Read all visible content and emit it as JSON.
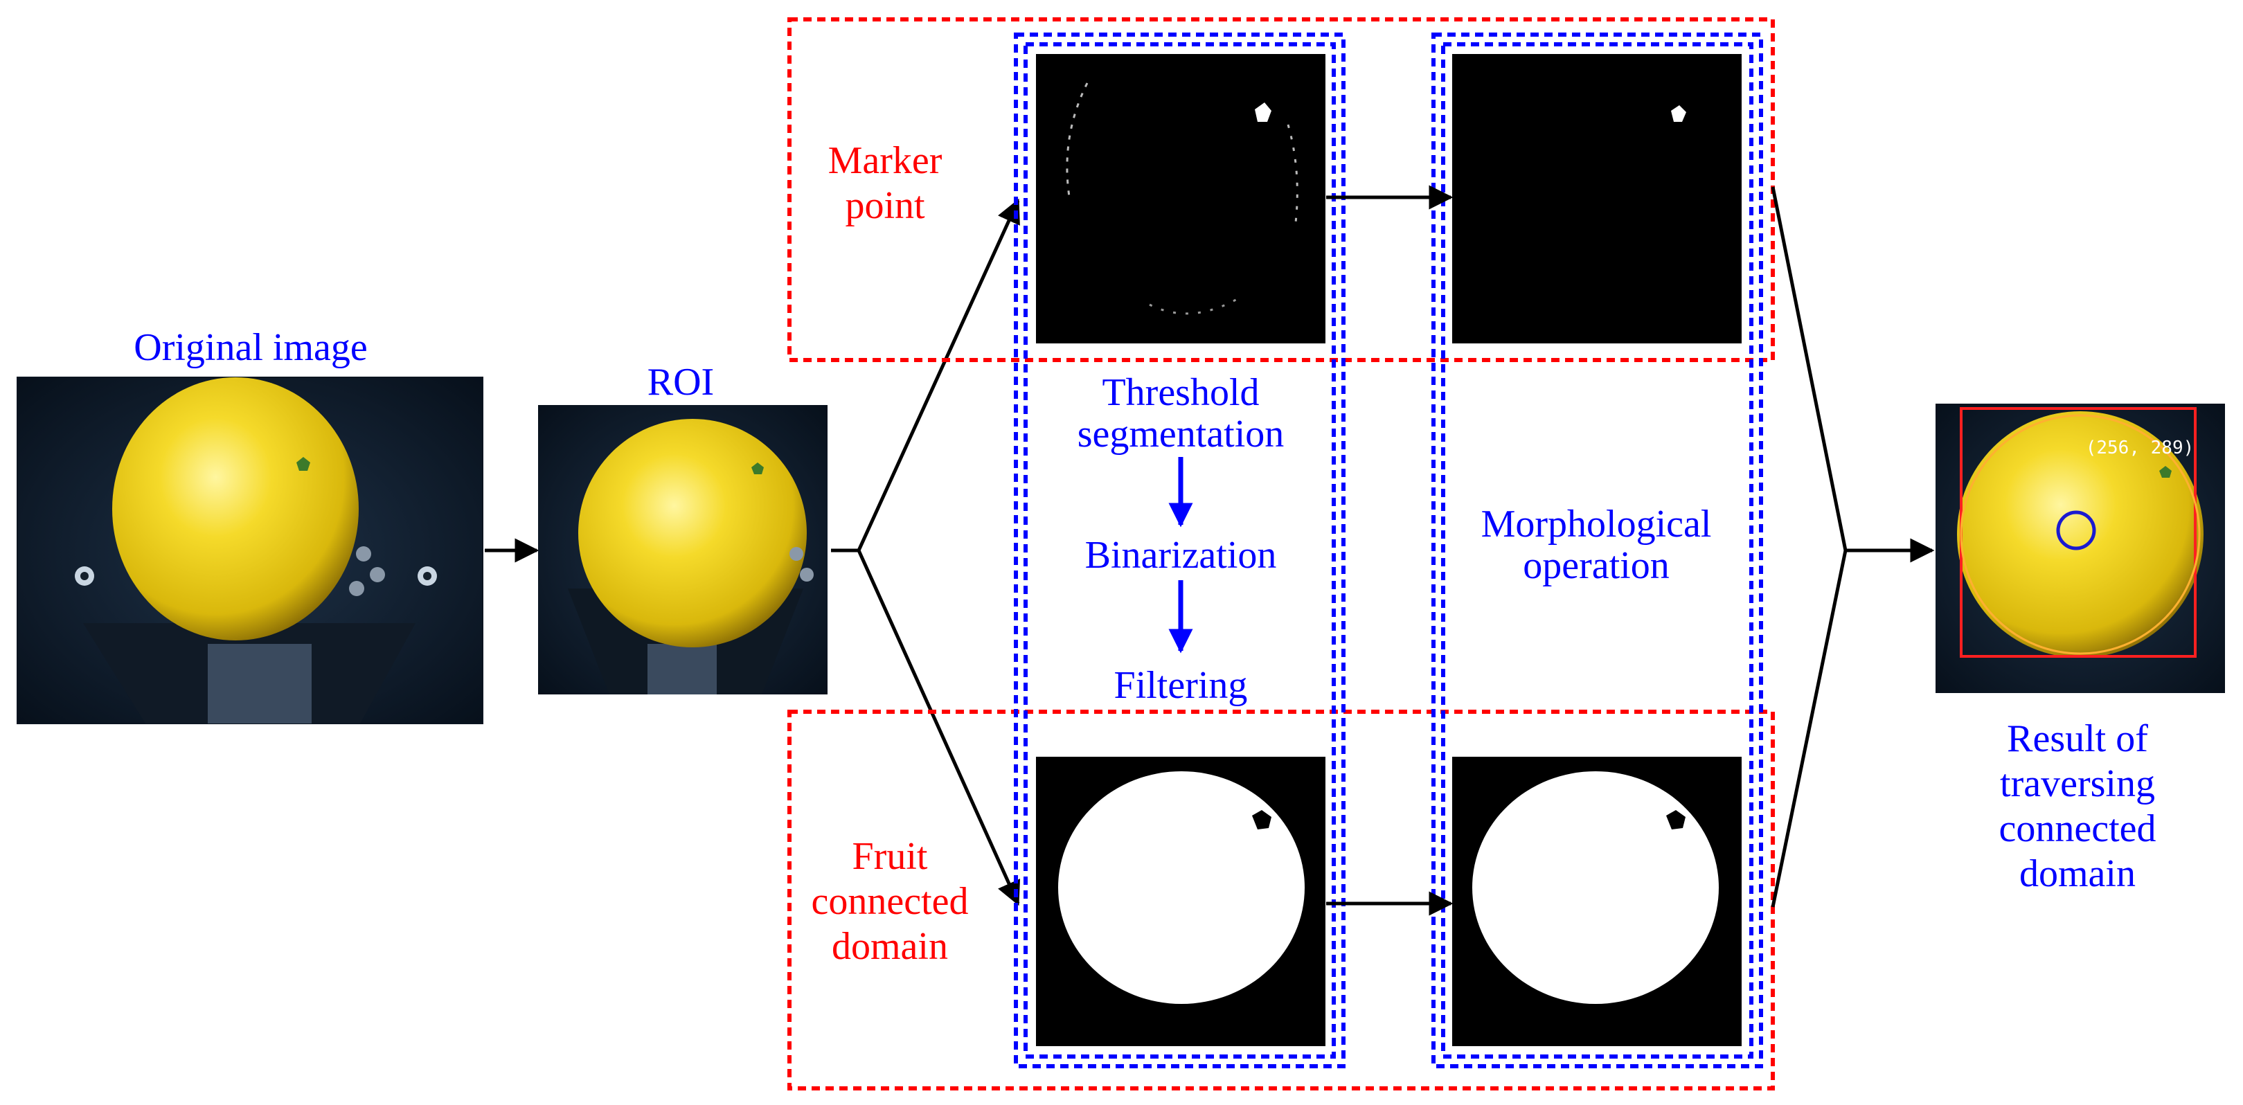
{
  "labels": {
    "original": "Original image",
    "roi": "ROI",
    "marker_line1": "Marker",
    "marker_line2": "point",
    "fruit_line1": "Fruit",
    "fruit_line2": "connected",
    "fruit_line3": "domain",
    "threshold_line1": "Threshold",
    "threshold_line2": "segmentation",
    "binarization": "Binarization",
    "filtering": "Filtering",
    "morph_line1": "Morphological",
    "morph_line2": "operation",
    "result_line1": "Result of",
    "result_line2": "traversing",
    "result_line3": "connected",
    "result_line4": "domain"
  },
  "result_overlay": {
    "coordinate_text": "(256, 289)"
  },
  "colors": {
    "label_blue": "#0000ff",
    "label_red": "#ff0000",
    "box_red": "#ff0000",
    "box_blue": "#0000ff",
    "fruit_yellow": "#f2d51a",
    "background_dark": "#0c1a2a",
    "mask_black": "#000000",
    "mask_white": "#ffffff"
  }
}
